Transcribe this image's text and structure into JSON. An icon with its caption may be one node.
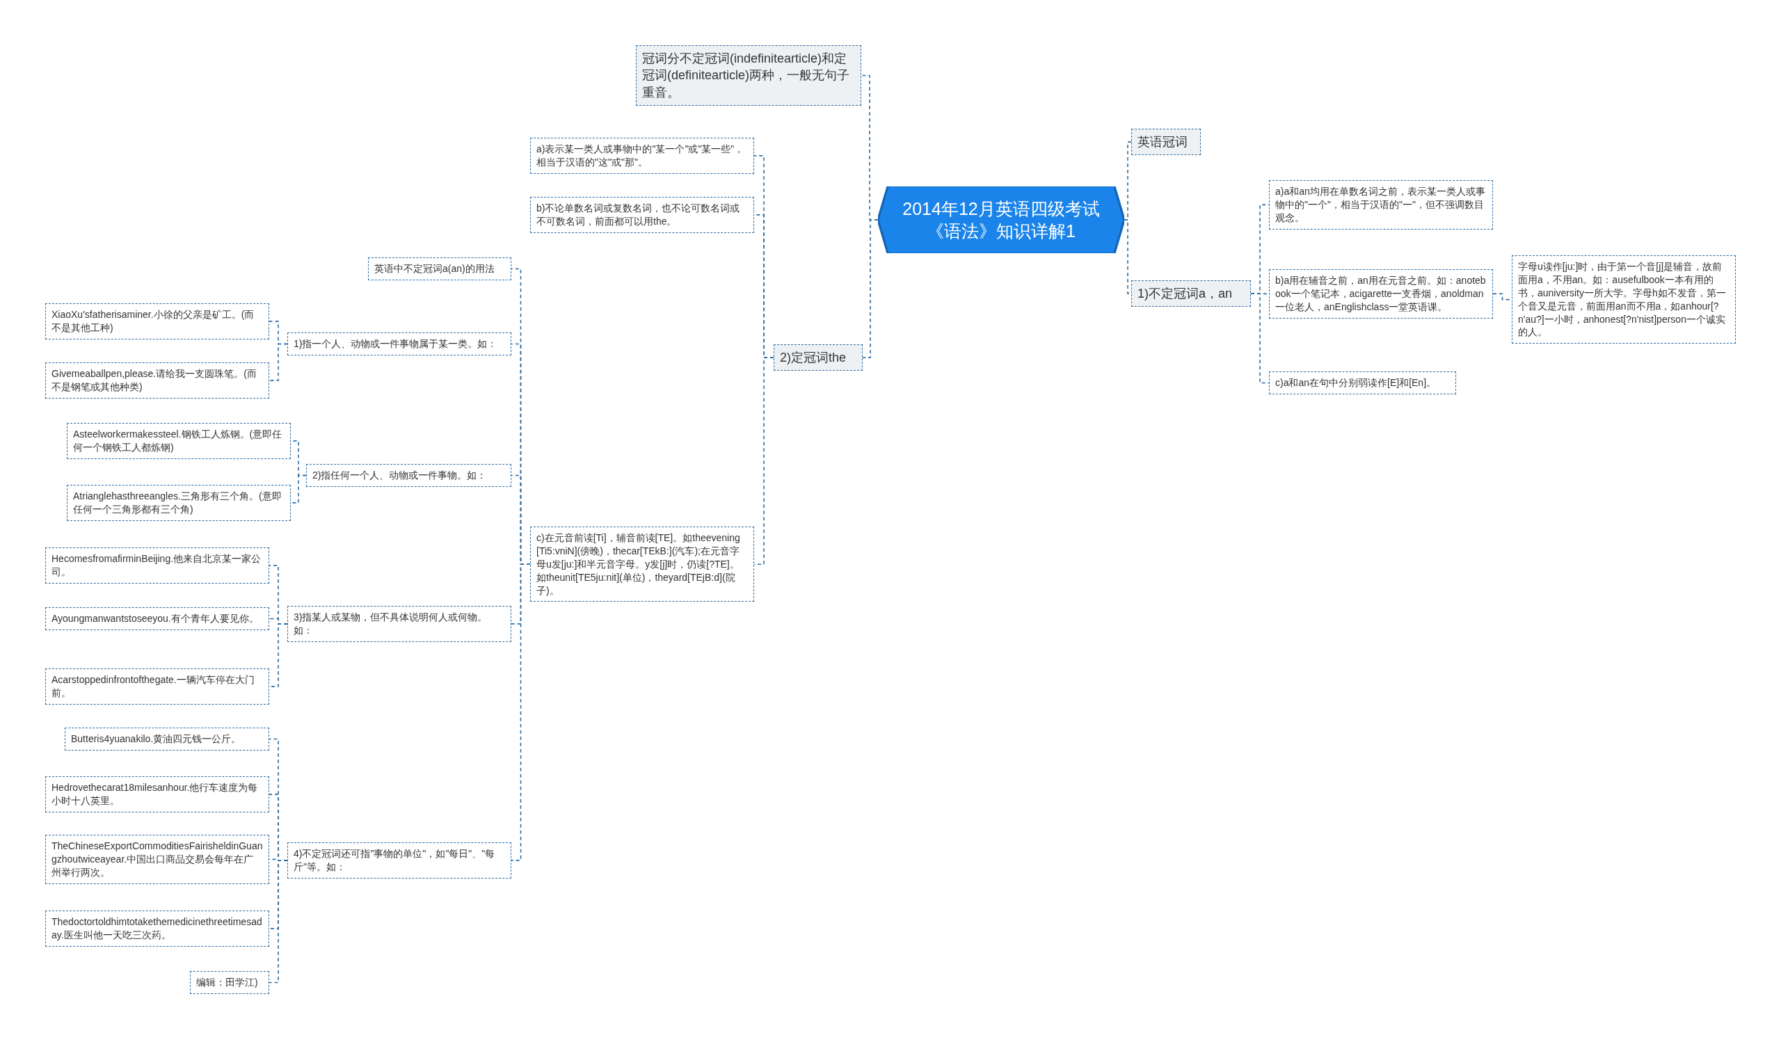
{
  "diagram": {
    "nodes": [
      {
        "text": [
          "2014年12月英语四级考试《语法》知识详解1"
        ]
      },
      {
        "text": [
          "冠词分不定冠词(indefinitearticle)和定冠词(definitearticle)两种，一般无句子重音。"
        ]
      },
      {
        "text": [
          "2)定冠词the"
        ]
      },
      {
        "text": [
          "a)表示某一类人或事物中的\"某一个\"或\"某一些\"，相当于汉语的\"这\"或\"那\"。"
        ]
      },
      {
        "text": [
          "b)不论单数名词或复数名词，也不论可数名词或不可数名词，前面都可以用the。"
        ]
      },
      {
        "text": [
          "c)在元音前读[Ti]，辅音前读[TE]。如theevening[Ti5:vniN](傍晚)，thecar[TEkB:](汽车);在元音字母u发[ju:]和半元音字母。y发[j]时，仍读[?TE]。如theunit[TE5ju:nit](单位)，theyard[TEjB:d](院子)。"
        ]
      },
      {
        "text": [
          "英语中不定冠词a(an)的用法"
        ]
      },
      {
        "text": [
          "1)指一个人、动物或一件事物属于某一类。如："
        ]
      },
      {
        "text": [
          "XiaoXu'sfatherisaminer.小徐的父亲是矿工。(而不是其他工种)"
        ]
      },
      {
        "text": [
          "Givemeaballpen,please.请给我一支圆珠笔。(而不是钢笔或其他种类)"
        ]
      },
      {
        "text": [
          "2)指任何一个人、动物或一件事物。如："
        ]
      },
      {
        "text": [
          "Asteelworkermakessteel.钢铁工人炼钢。(意即任何一个钢铁工人都炼钢)"
        ]
      },
      {
        "text": [
          "Atrianglehasthreeangles.三角形有三个角。(意即任何一个三角形都有三个角)"
        ]
      },
      {
        "text": [
          "3)指某人或某物，但不具体说明何人或何物。如："
        ]
      },
      {
        "text": [
          "HecomesfromafirminBeijing.他来自北京某一家公司。"
        ]
      },
      {
        "text": [
          "Ayoungmanwantstoseeyou.有个青年人要见你。"
        ]
      },
      {
        "text": [
          "Acarstoppedinfrontofthegate.一辆汽车停在大门前。"
        ]
      },
      {
        "text": [
          "4)不定冠词还可指\"事物的单位\"，如\"每日\"、\"每斤\"等。如："
        ]
      },
      {
        "text": [
          "Butteris4yuanakilo.黄油四元钱一公斤。"
        ]
      },
      {
        "text": [
          "Hedrovethecarat18milesanhour.他行车速度为每小时十八英里。"
        ]
      },
      {
        "text": [
          "TheChineseExportCommoditiesFairisheldinGuangzhoutwiceayear.中国出口商品交易会每年在广州举行两次。"
        ]
      },
      {
        "text": [
          "Thedoctortoldhimtotakethemedicinethreetimesaday.医生叫他一天吃三次药。"
        ]
      },
      {
        "text": [
          "编辑：田学江)"
        ]
      },
      {
        "text": [
          "英语冠词"
        ]
      },
      {
        "text": [
          "1)不定冠词a，an"
        ]
      },
      {
        "text": [
          "a)a和an均用在单数名词之前，表示某一类人或事物中的\"一个\"，相当于汉语的\"一\"，但不强调数目观念。"
        ]
      },
      {
        "text": [
          "b)a用在辅音之前，an用在元音之前。如：anotebook一个笔记本，acigarette一支香烟，anoldman一位老人，anEnglishclass一堂英语课。"
        ]
      },
      {
        "text": [
          "字母u读作[ju:]时，由于第一个音[j]是辅音，故前面用a，不用an。如：ausefulbook一本有用的书，auniversity一所大学。字母h如不发音，第一个音又是元音，前面用an而不用a，如anhour[?n'au?]一小时，anhonest[?n'nist]person一个诚实的人。"
        ]
      },
      {
        "text": [
          "c)a和an在句中分别弱读作[E]和[En]。"
        ]
      }
    ],
    "edges": [
      {
        "from": 0,
        "to": 1,
        "arrow": "none"
      },
      {
        "from": 0,
        "to": 2,
        "arrow": "none"
      },
      {
        "from": 2,
        "to": 3,
        "arrow": "none"
      },
      {
        "from": 2,
        "to": 4,
        "arrow": "none"
      },
      {
        "from": 2,
        "to": 5,
        "arrow": "none"
      },
      {
        "from": 5,
        "to": 6,
        "arrow": "none"
      },
      {
        "from": 5,
        "to": 7,
        "arrow": "none"
      },
      {
        "from": 7,
        "to": 8,
        "arrow": "none"
      },
      {
        "from": 7,
        "to": 9,
        "arrow": "none"
      },
      {
        "from": 5,
        "to": 10,
        "arrow": "none"
      },
      {
        "from": 10,
        "to": 11,
        "arrow": "none"
      },
      {
        "from": 10,
        "to": 12,
        "arrow": "none"
      },
      {
        "from": 5,
        "to": 13,
        "arrow": "none"
      },
      {
        "from": 13,
        "to": 14,
        "arrow": "none"
      },
      {
        "from": 13,
        "to": 15,
        "arrow": "none"
      },
      {
        "from": 13,
        "to": 16,
        "arrow": "none"
      },
      {
        "from": 5,
        "to": 17,
        "arrow": "none"
      },
      {
        "from": 17,
        "to": 18,
        "arrow": "none"
      },
      {
        "from": 17,
        "to": 19,
        "arrow": "none"
      },
      {
        "from": 17,
        "to": 20,
        "arrow": "none"
      },
      {
        "from": 17,
        "to": 21,
        "arrow": "none"
      },
      {
        "from": 17,
        "to": 22,
        "arrow": "none"
      },
      {
        "from": 0,
        "to": 23,
        "arrow": "none"
      },
      {
        "from": 0,
        "to": 24,
        "arrow": "none"
      },
      {
        "from": 24,
        "to": 25,
        "arrow": "none"
      },
      {
        "from": 24,
        "to": 26,
        "arrow": "none"
      },
      {
        "from": 26,
        "to": 27,
        "arrow": "none"
      },
      {
        "from": 24,
        "to": 28,
        "arrow": "none"
      }
    ]
  }
}
